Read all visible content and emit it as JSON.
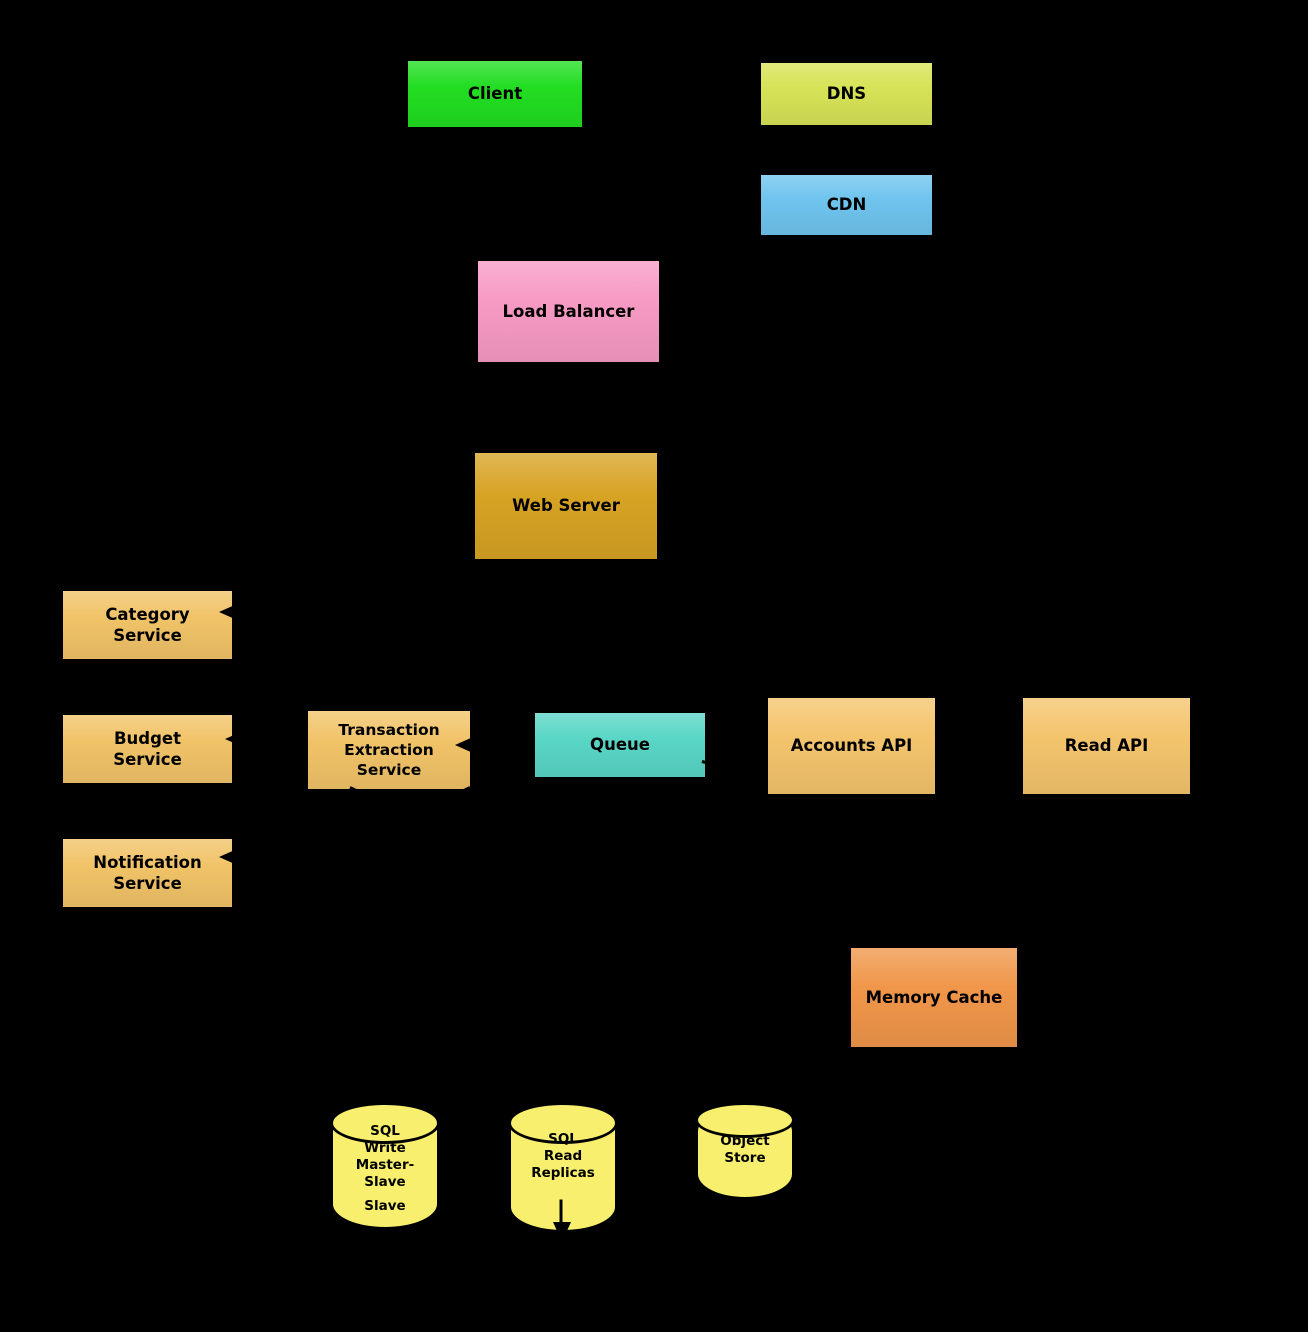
{
  "diagram": {
    "background_color": "#000000",
    "nodes": {
      "client": {
        "label": "Client",
        "color": "#22dd22"
      },
      "dns": {
        "label": "DNS",
        "color": "#d7e356"
      },
      "cdn": {
        "label": "CDN",
        "color": "#6fc4ee"
      },
      "load_balancer": {
        "label": "Load Balancer",
        "color": "#f79ac4"
      },
      "web_server": {
        "label": "Web Server",
        "color": "#d7a324"
      },
      "category_service": {
        "label": "Category\nService",
        "color": "#f1c368"
      },
      "budget_service": {
        "label": "Budget\nService",
        "color": "#f1c368"
      },
      "notification_service": {
        "label": "Notification\nService",
        "color": "#f1c368"
      },
      "transaction_extraction_service": {
        "label": "Transaction\nExtraction\nService",
        "color": "#f1c368"
      },
      "queue": {
        "label": "Queue",
        "color": "#59d6c6"
      },
      "accounts_api": {
        "label": "Accounts API",
        "color": "#f4c46d"
      },
      "read_api": {
        "label": "Read API",
        "color": "#f4c46d"
      },
      "memory_cache": {
        "label": "Memory Cache",
        "color": "#f0964a"
      },
      "sql_write_master_slave": {
        "label": "SQL\nWrite\nMaster-\nSlave",
        "back_label": "Slave",
        "color": "#f7ef6d"
      },
      "sql_read_replicas": {
        "label": "SQL\nRead\nReplicas",
        "color": "#f7ef6d"
      },
      "object_store": {
        "label": "Object\nStore",
        "color": "#f7ef6d"
      }
    }
  }
}
